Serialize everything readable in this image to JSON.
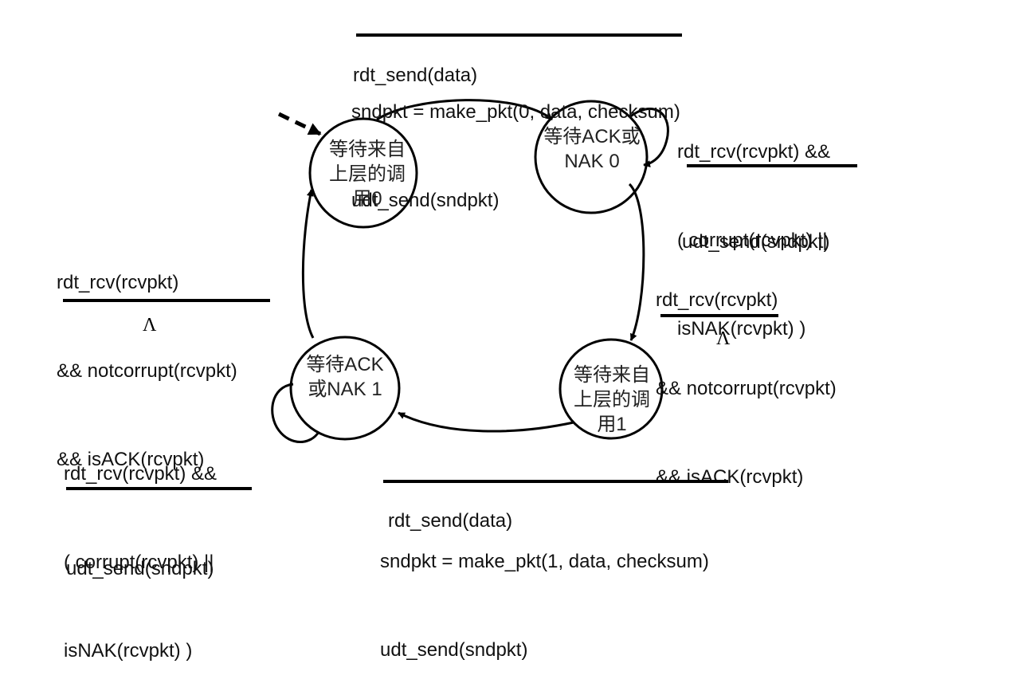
{
  "diagram": {
    "type": "finite-state-machine",
    "subject": "rdt2.1 sender",
    "states": [
      {
        "id": "wait_call_0",
        "lines": [
          "等待来自",
          "上层的调",
          "用0"
        ],
        "initial": true
      },
      {
        "id": "wait_ack_nak_0",
        "lines": [
          "等待ACK或",
          "NAK 0"
        ]
      },
      {
        "id": "wait_call_1",
        "lines": [
          "等待来自",
          "上层的调",
          "用1"
        ]
      },
      {
        "id": "wait_ack_nak_1",
        "lines": [
          "等待ACK",
          "或NAK 1"
        ]
      }
    ],
    "transitions": [
      {
        "id": "t_send0",
        "from": "wait_call_0",
        "to": "wait_ack_nak_0",
        "event": [
          "rdt_send(data)"
        ],
        "actions": [
          "sndpkt = make_pkt(0, data, checksum)",
          "udt_send(sndpkt)"
        ]
      },
      {
        "id": "t_resend0",
        "from": "wait_ack_nak_0",
        "to": "wait_ack_nak_0",
        "event": [
          "rdt_rcv(rcvpkt) &&",
          "( corrupt(rcvpkt) ||",
          "isNAK(rcvpkt) )"
        ],
        "actions": [
          "udt_send(sndpkt)"
        ]
      },
      {
        "id": "t_ack0",
        "from": "wait_ack_nak_0",
        "to": "wait_call_1",
        "event": [
          "rdt_rcv(rcvpkt)",
          "&& notcorrupt(rcvpkt)",
          "&& isACK(rcvpkt)"
        ],
        "actions": [
          "Λ"
        ]
      },
      {
        "id": "t_send1",
        "from": "wait_call_1",
        "to": "wait_ack_nak_1",
        "event": [
          "rdt_send(data)"
        ],
        "actions": [
          "sndpkt = make_pkt(1, data, checksum)",
          "udt_send(sndpkt)"
        ]
      },
      {
        "id": "t_resend1",
        "from": "wait_ack_nak_1",
        "to": "wait_ack_nak_1",
        "event": [
          "rdt_rcv(rcvpkt) &&",
          "( corrupt(rcvpkt) ||",
          "isNAK(rcvpkt) )"
        ],
        "actions": [
          "udt_send(sndpkt)"
        ]
      },
      {
        "id": "t_ack1",
        "from": "wait_ack_nak_1",
        "to": "wait_call_0",
        "event": [
          "rdt_rcv(rcvpkt)",
          "&& notcorrupt(rcvpkt)",
          "&& isACK(rcvpkt)"
        ],
        "actions": [
          "Λ"
        ]
      }
    ]
  }
}
